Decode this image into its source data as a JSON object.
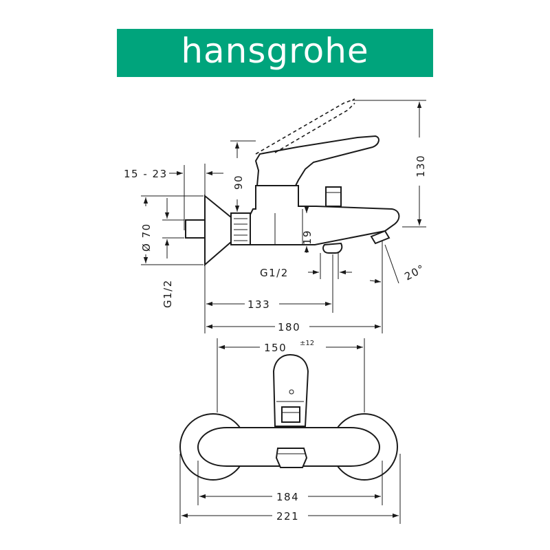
{
  "brand": {
    "name": "hansgrohe",
    "color": "#00a47c"
  },
  "dimensions": {
    "d15_23": "15 - 23",
    "d90": "90",
    "d130": "130",
    "d70": "Ø 70",
    "dG12_left": "G1/2",
    "d19": "19",
    "dG12_bottom": "G1/2",
    "d20": "20°",
    "d133": "133",
    "d180": "180",
    "d150": "150",
    "d150_tol": "±12",
    "d184": "184",
    "d221": "221"
  }
}
